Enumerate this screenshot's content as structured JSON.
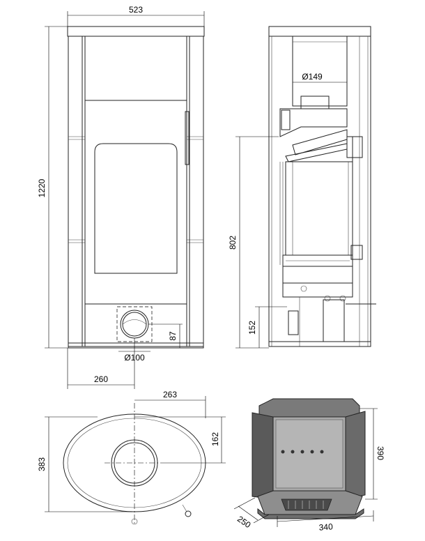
{
  "drawing": {
    "front_view": {
      "width_dim": "523",
      "height_dim": "1220",
      "flue_diameter": "Ø100",
      "flue_height": "87",
      "flue_offset": "260"
    },
    "side_view": {
      "top_flue_diameter": "Ø149",
      "firebox_height": "802",
      "air_inlet_height": "152"
    },
    "top_view": {
      "flue_offset": "263",
      "depth_offset": "162",
      "depth": "383"
    },
    "firebox_view": {
      "height": "390",
      "depth": "250",
      "width": "340"
    }
  },
  "colors": {
    "line": "#222222",
    "stone_fill": "#d9d9d9",
    "firebox_fill": "#a9a9a9",
    "firebox_dark": "#5a5a5a"
  }
}
